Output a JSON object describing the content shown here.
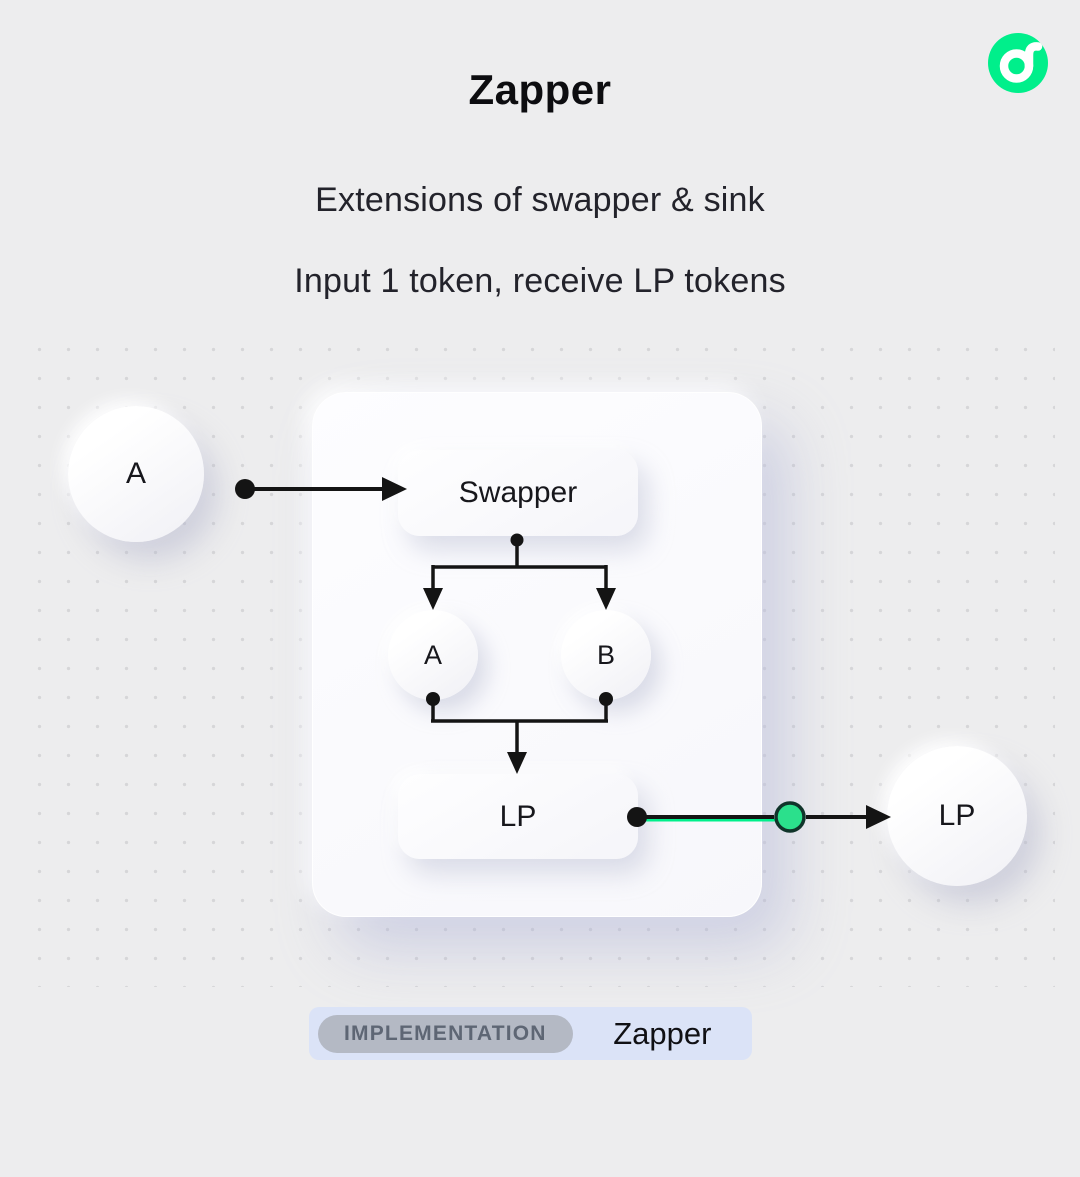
{
  "header": {
    "title": "Zapper",
    "subtitle1": "Extensions of swapper & sink",
    "subtitle2": "Input 1 token, receive LP tokens"
  },
  "diagram": {
    "input_token": "A",
    "swapper_label": "Swapper",
    "token_a": "A",
    "token_b": "B",
    "lp_label": "LP",
    "output_token": "LP"
  },
  "footer": {
    "badge_label": "IMPLEMENTATION",
    "implementation_name": "Zapper"
  },
  "icons": {
    "logo": "flow-logo"
  },
  "colors": {
    "accent_green": "#00EF8B",
    "green_connector": "#2BE08C",
    "background": "#EDEDEE",
    "text_dark": "#141418"
  }
}
